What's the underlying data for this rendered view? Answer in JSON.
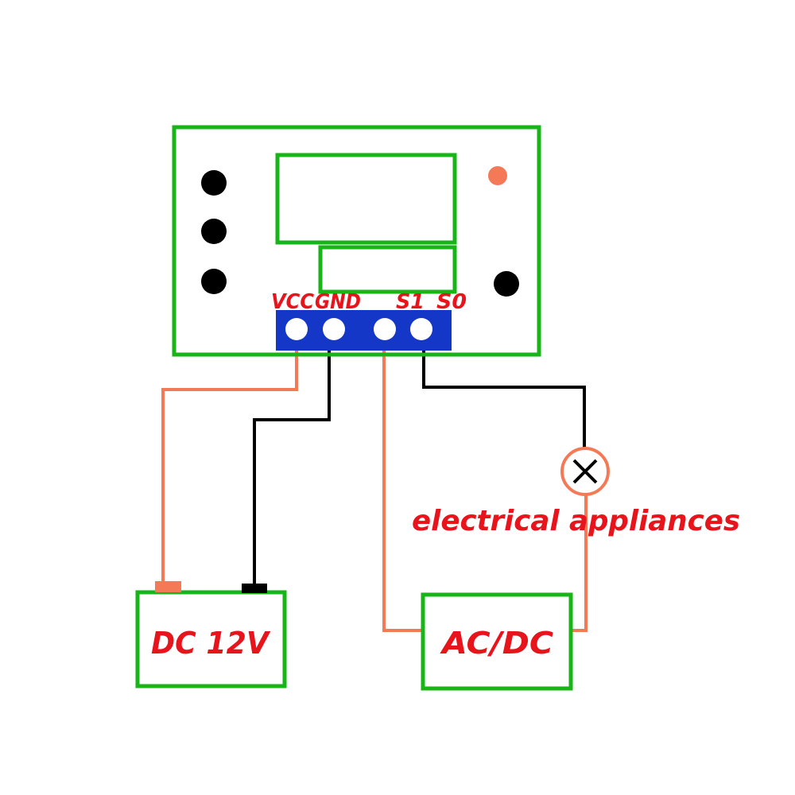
{
  "colors": {
    "board": "#17b517",
    "terminal_block": "#1437c8",
    "terminal_hole": "#ffffff",
    "wire_positive": "#f47a57",
    "wire_negative": "#000000",
    "text": "#e8141c",
    "indicator_led": "#f47a57",
    "mount_hole": "#000000"
  },
  "terminals": {
    "vcc": "VCC",
    "gnd": "GND",
    "s1": "S1",
    "s0": "S0"
  },
  "appliance": {
    "label": "electrical appliances",
    "icon": "lamp-icon"
  },
  "dc_supply": {
    "label": "DC 12V"
  },
  "acdc_supply": {
    "label": "AC/DC"
  }
}
